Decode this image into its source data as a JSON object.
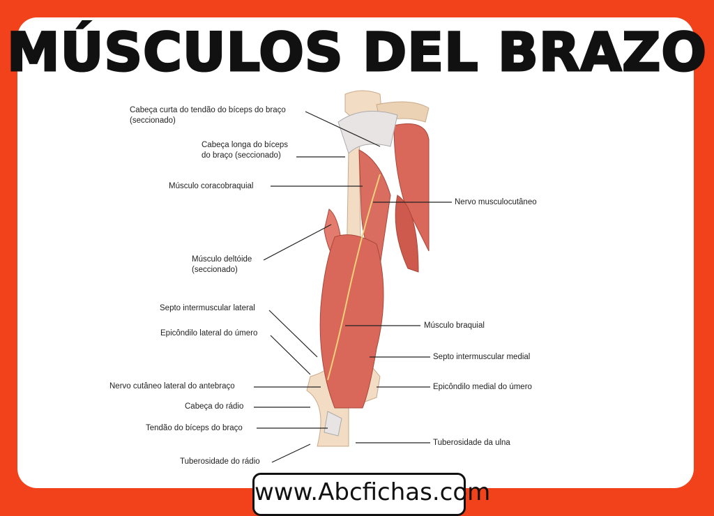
{
  "title": "MÚSCULOS DEL BRAZO",
  "labels_left": [
    {
      "line1": "Cabeça curta do tendão do bíceps do braço",
      "line2": "(seccionado)"
    },
    {
      "line1": "Cabeça longa do bíceps",
      "line2": "do braço (seccionado)"
    },
    {
      "line1": "Músculo coracobraquial"
    },
    {
      "line1": "Músculo deltóide",
      "line2": "(seccionado)"
    },
    {
      "line1": "Septo intermuscular lateral"
    },
    {
      "line1": "Epicôndilo lateral do úmero"
    },
    {
      "line1": "Nervo cutâneo lateral do antebraço"
    },
    {
      "line1": "Cabeça do rádio"
    },
    {
      "line1": "Tendão do bíceps do braço"
    },
    {
      "line1": "Tuberosidade do rádio"
    }
  ],
  "labels_right": [
    {
      "line1": "Nervo musculocutâneo"
    },
    {
      "line1": "Músculo braquial"
    },
    {
      "line1": "Septo intermuscular medial"
    },
    {
      "line1": "Epicôndilo medial do úmero"
    },
    {
      "line1": "Tuberosidade da ulna"
    }
  ],
  "footer": "www.Abcfichas.com",
  "colors": {
    "border": "#f2421b",
    "muscle": "#d9685a",
    "bone": "#f3dcc4"
  }
}
